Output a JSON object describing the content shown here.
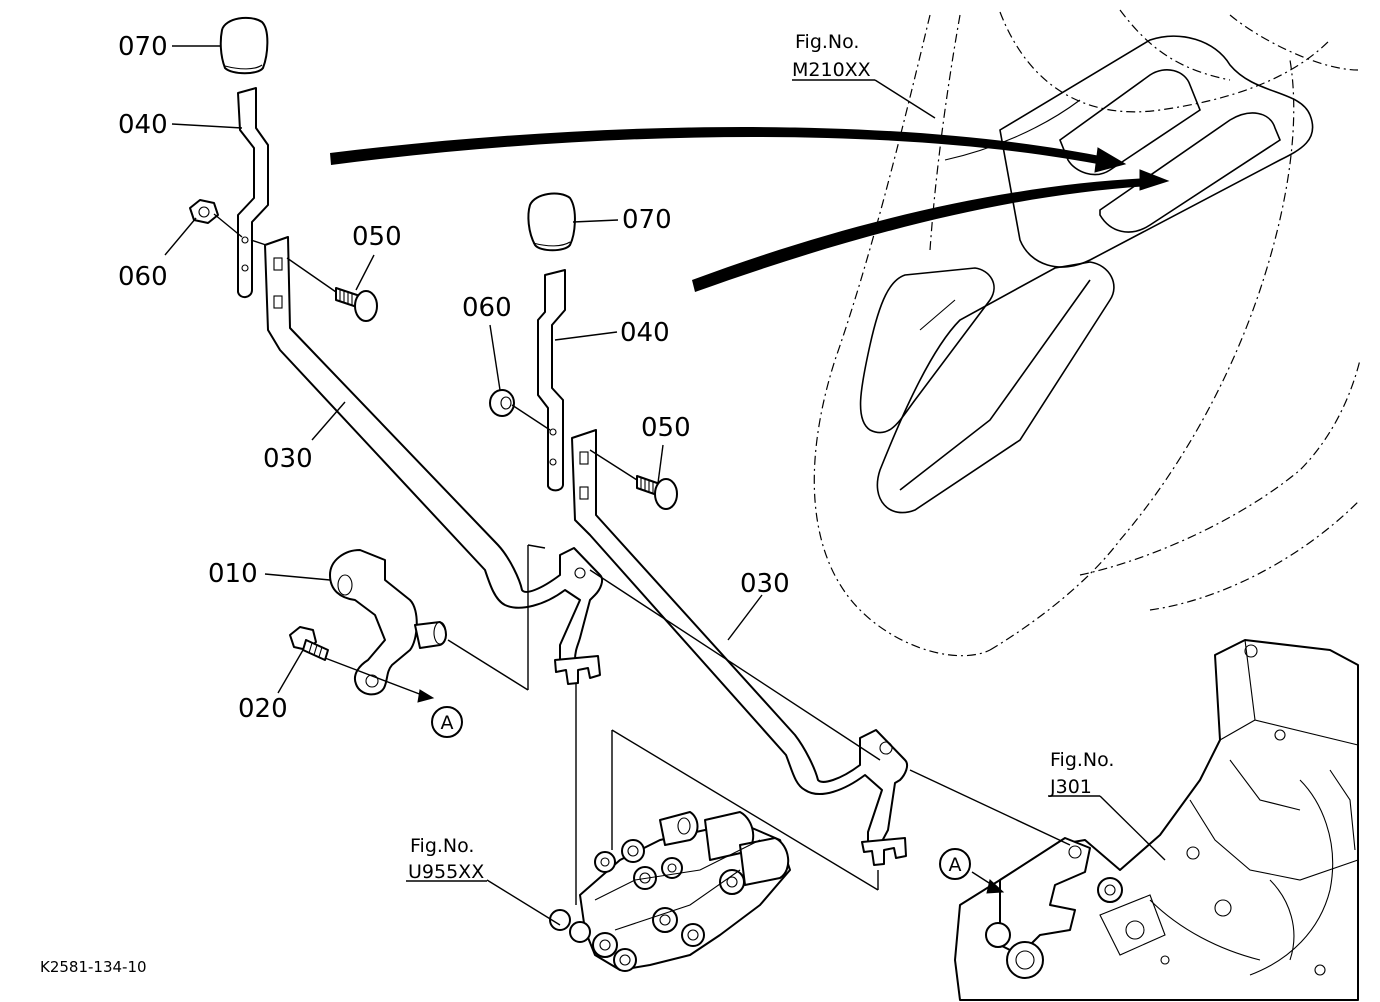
{
  "part_labels": [
    {
      "id": "070-left",
      "text": "070"
    },
    {
      "id": "040-left",
      "text": "040"
    },
    {
      "id": "060-left",
      "text": "060"
    },
    {
      "id": "050-left",
      "text": "050"
    },
    {
      "id": "030-left",
      "text": "030"
    },
    {
      "id": "070-right",
      "text": "070"
    },
    {
      "id": "060-right",
      "text": "060"
    },
    {
      "id": "040-right",
      "text": "040"
    },
    {
      "id": "050-right",
      "text": "050"
    },
    {
      "id": "030-right",
      "text": "030"
    },
    {
      "id": "010",
      "text": "010"
    },
    {
      "id": "020",
      "text": "020"
    }
  ],
  "callouts": [
    {
      "id": "a-left",
      "text": "A"
    },
    {
      "id": "a-right",
      "text": "A"
    }
  ],
  "figure_refs": [
    {
      "id": "m210",
      "line1": "Fig.No.",
      "line2": "M210XX"
    },
    {
      "id": "j301",
      "line1": "Fig.No.",
      "line2": "J301"
    },
    {
      "id": "u955",
      "line1": "Fig.No.",
      "line2": "U955XX"
    }
  ],
  "drawing_code": "K2581-134-10"
}
